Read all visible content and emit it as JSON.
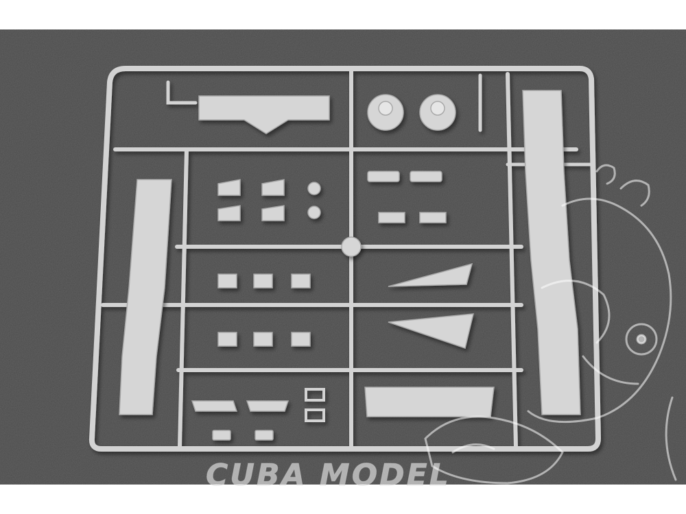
{
  "photo": {
    "subject": "sprue-frame",
    "background_color": "#4a4a4a",
    "plastic_color": "#d6d6d6",
    "plastic_shadow_color": "#b0b0b0"
  },
  "watermark": {
    "text": "CUBA MODEL",
    "mascot": "cartoon-creature-logo"
  }
}
